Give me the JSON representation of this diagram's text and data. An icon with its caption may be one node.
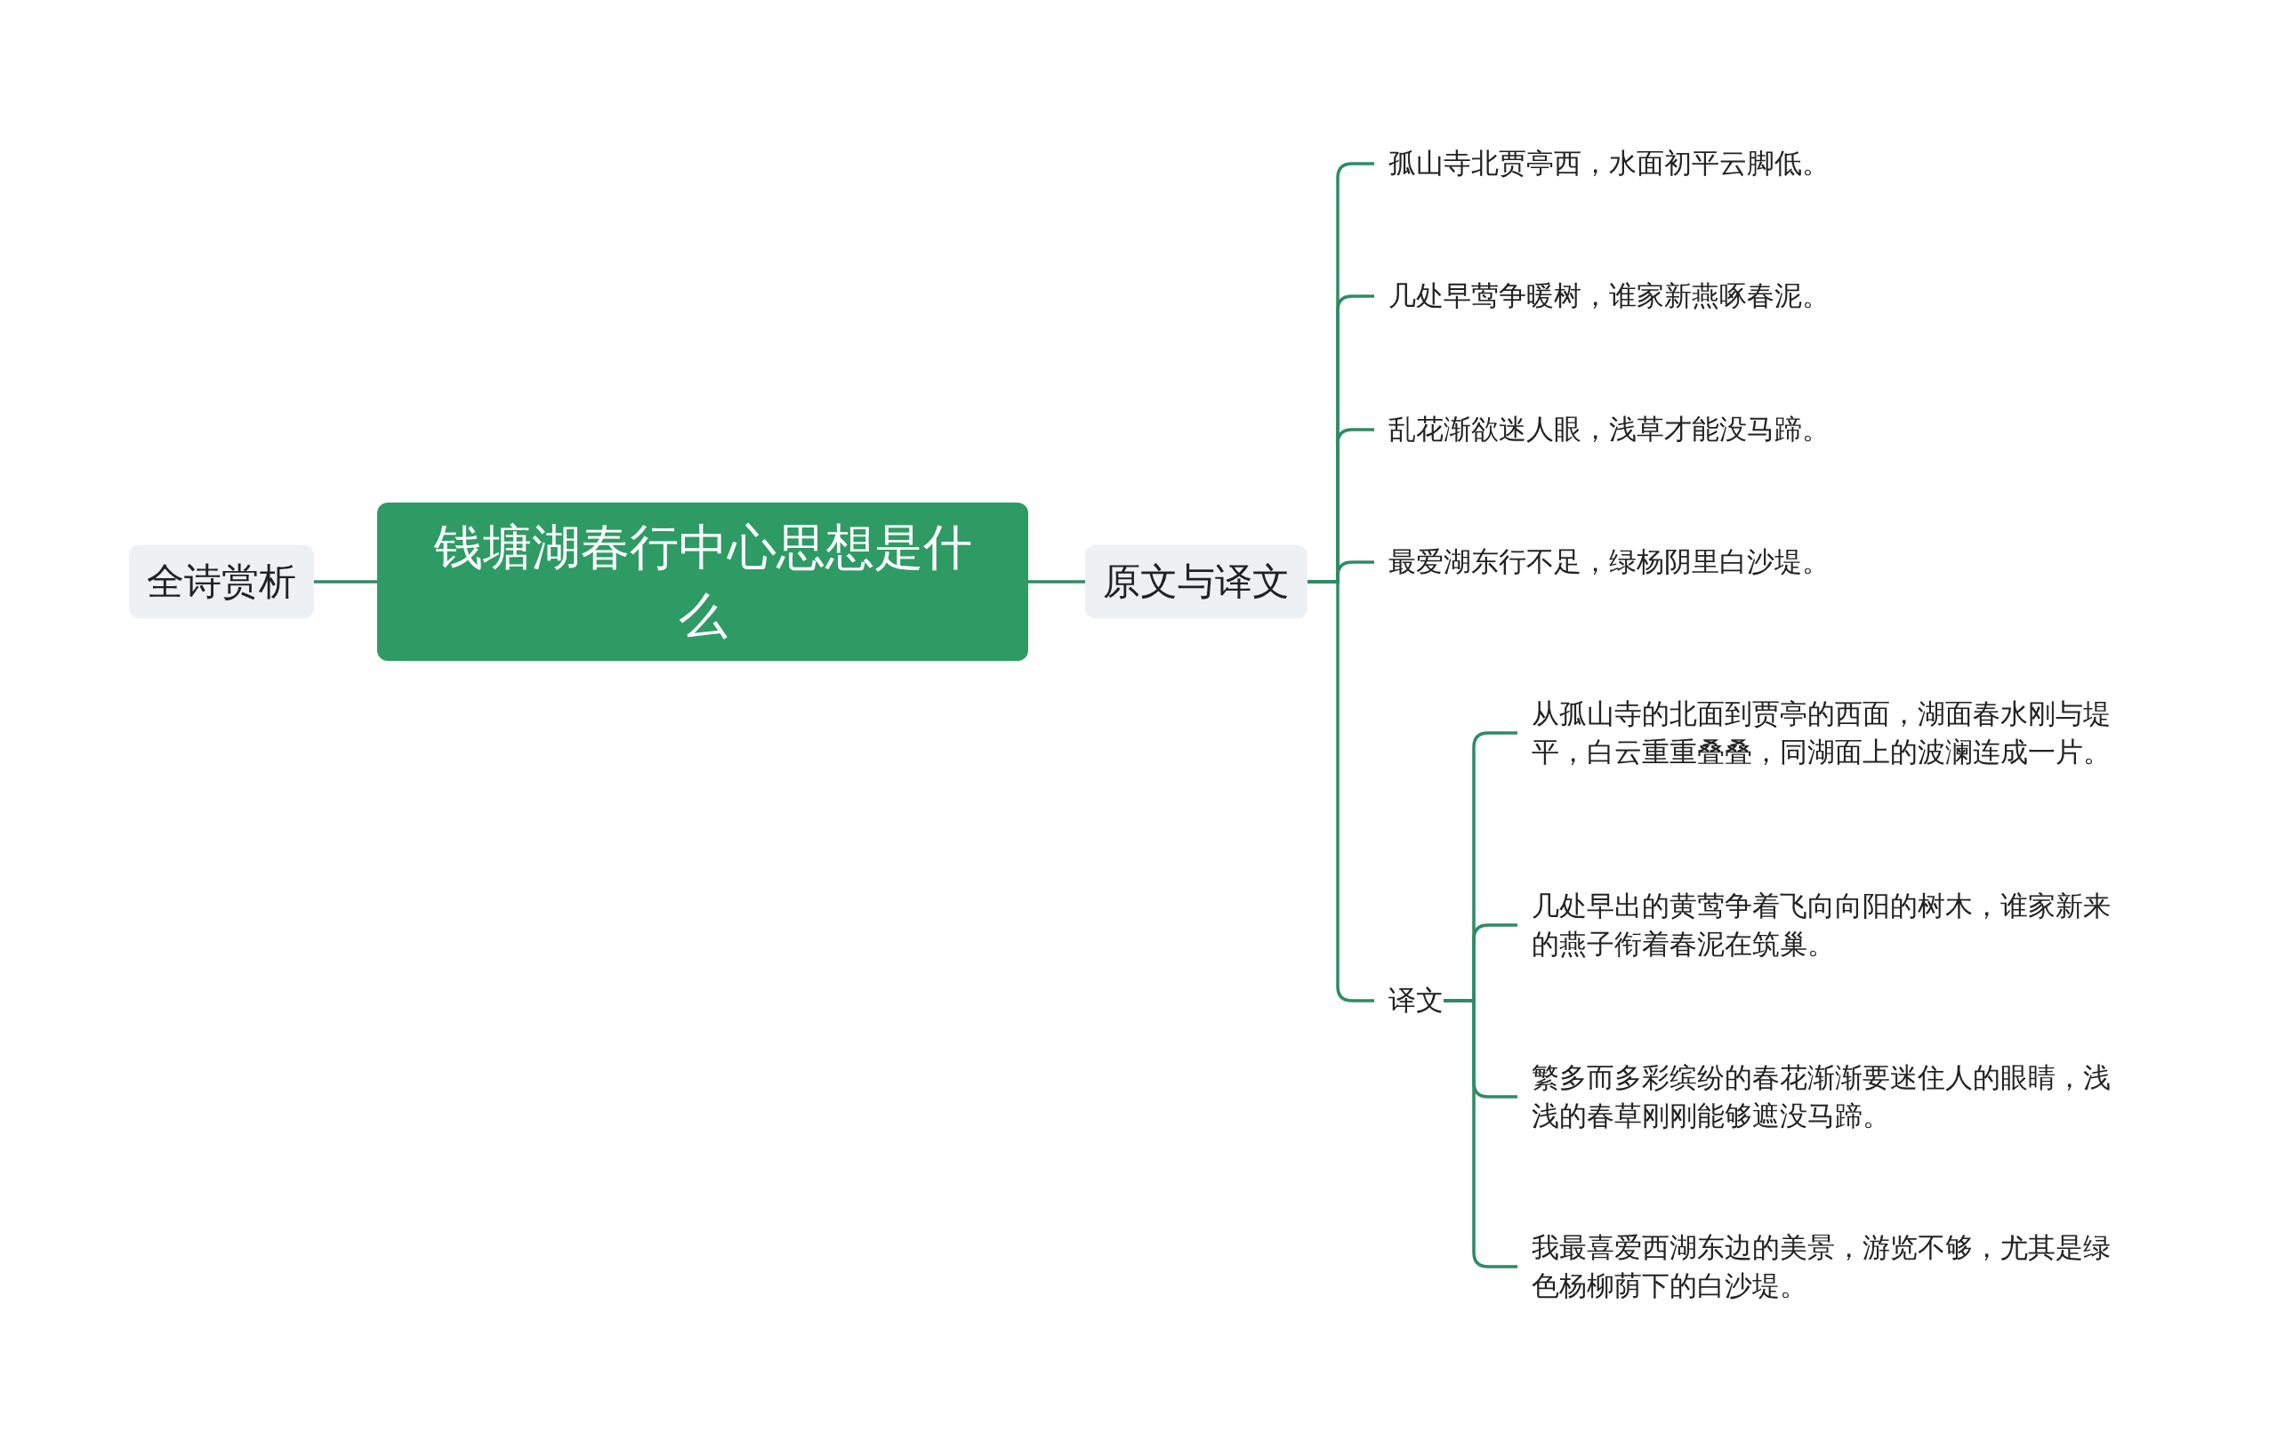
{
  "diagram": {
    "nodes": [
      {
        "text": [
          "钱塘湖春行中心思想是什么"
        ]
      },
      {
        "text": [
          "全诗赏析"
        ]
      },
      {
        "text": [
          "原文与译文"
        ]
      },
      {
        "text": [
          "孤山寺北贾亭西，水面初平云脚低。"
        ]
      },
      {
        "text": [
          "几处早莺争暖树，谁家新燕啄春泥。"
        ]
      },
      {
        "text": [
          "乱花渐欲迷人眼，浅草才能没马蹄。"
        ]
      },
      {
        "text": [
          "最爱湖东行不足，绿杨阴里白沙堤。"
        ]
      },
      {
        "text": [
          "译文"
        ]
      },
      {
        "text": [
          "从孤山寺的北面到贾亭的西面，湖面春水刚与堤平，白云重重叠叠，同湖面上的波澜连成一片。"
        ]
      },
      {
        "text": [
          "几处早出的黄莺争着飞向向阳的树木，谁家新来的燕子衔着春泥在筑巢。"
        ]
      },
      {
        "text": [
          "繁多而多彩缤纷的春花渐渐要迷住人的眼睛，浅浅的春草刚刚能够遮没马蹄。"
        ]
      },
      {
        "text": [
          "我最喜爱西湖东边的美景，游览不够，尤其是绿色杨柳荫下的白沙堤。"
        ]
      }
    ],
    "edges": [
      {
        "from": 0,
        "to": 1,
        "arrow": "none"
      },
      {
        "from": 0,
        "to": 2,
        "arrow": "none"
      },
      {
        "from": 2,
        "to": 3,
        "arrow": "none"
      },
      {
        "from": 2,
        "to": 4,
        "arrow": "none"
      },
      {
        "from": 2,
        "to": 5,
        "arrow": "none"
      },
      {
        "from": 2,
        "to": 6,
        "arrow": "none"
      },
      {
        "from": 2,
        "to": 7,
        "arrow": "none"
      },
      {
        "from": 7,
        "to": 8,
        "arrow": "none"
      },
      {
        "from": 7,
        "to": 9,
        "arrow": "none"
      },
      {
        "from": 7,
        "to": 10,
        "arrow": "none"
      },
      {
        "from": 7,
        "to": 11,
        "arrow": "none"
      }
    ]
  }
}
